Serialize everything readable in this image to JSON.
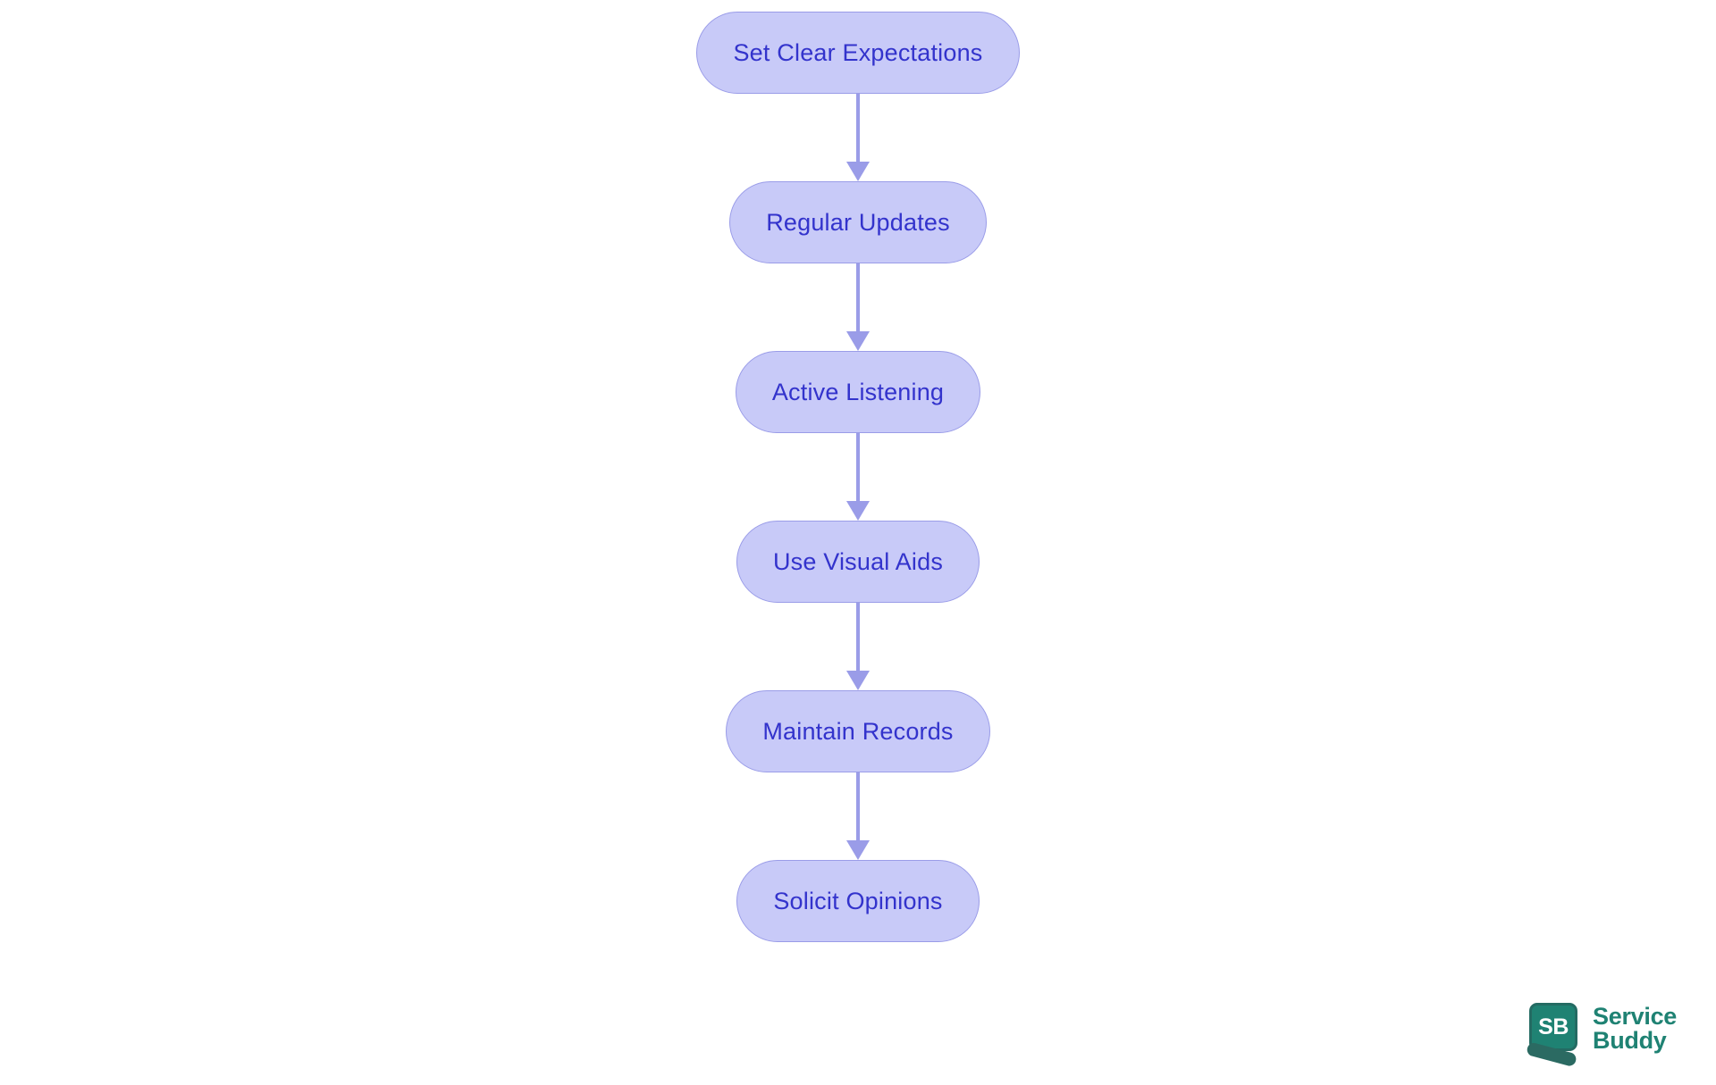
{
  "diagram": {
    "type": "vertical-flowchart",
    "title": "",
    "orientation": "top-to-bottom",
    "node_fill_color": "#c8caf8",
    "node_border_color": "#9a9ce8",
    "node_text_color": "#3333cc",
    "connector_color": "#9a9ce8",
    "background_color": "#ffffff",
    "nodes": [
      {
        "id": "n1",
        "label": "Set Clear Expectations"
      },
      {
        "id": "n2",
        "label": "Regular Updates"
      },
      {
        "id": "n3",
        "label": "Active Listening"
      },
      {
        "id": "n4",
        "label": "Use Visual Aids"
      },
      {
        "id": "n5",
        "label": "Maintain Records"
      },
      {
        "id": "n6",
        "label": "Solicit Opinions"
      }
    ],
    "edges": [
      {
        "from": "n1",
        "to": "n2",
        "label": ""
      },
      {
        "from": "n2",
        "to": "n3",
        "label": ""
      },
      {
        "from": "n3",
        "to": "n4",
        "label": ""
      },
      {
        "from": "n4",
        "to": "n5",
        "label": ""
      },
      {
        "from": "n5",
        "to": "n6",
        "label": ""
      }
    ]
  },
  "branding": {
    "mark_initials": "SB",
    "name_line1": "Service",
    "name_line2": "Buddy",
    "brand_color": "#1f8273"
  }
}
